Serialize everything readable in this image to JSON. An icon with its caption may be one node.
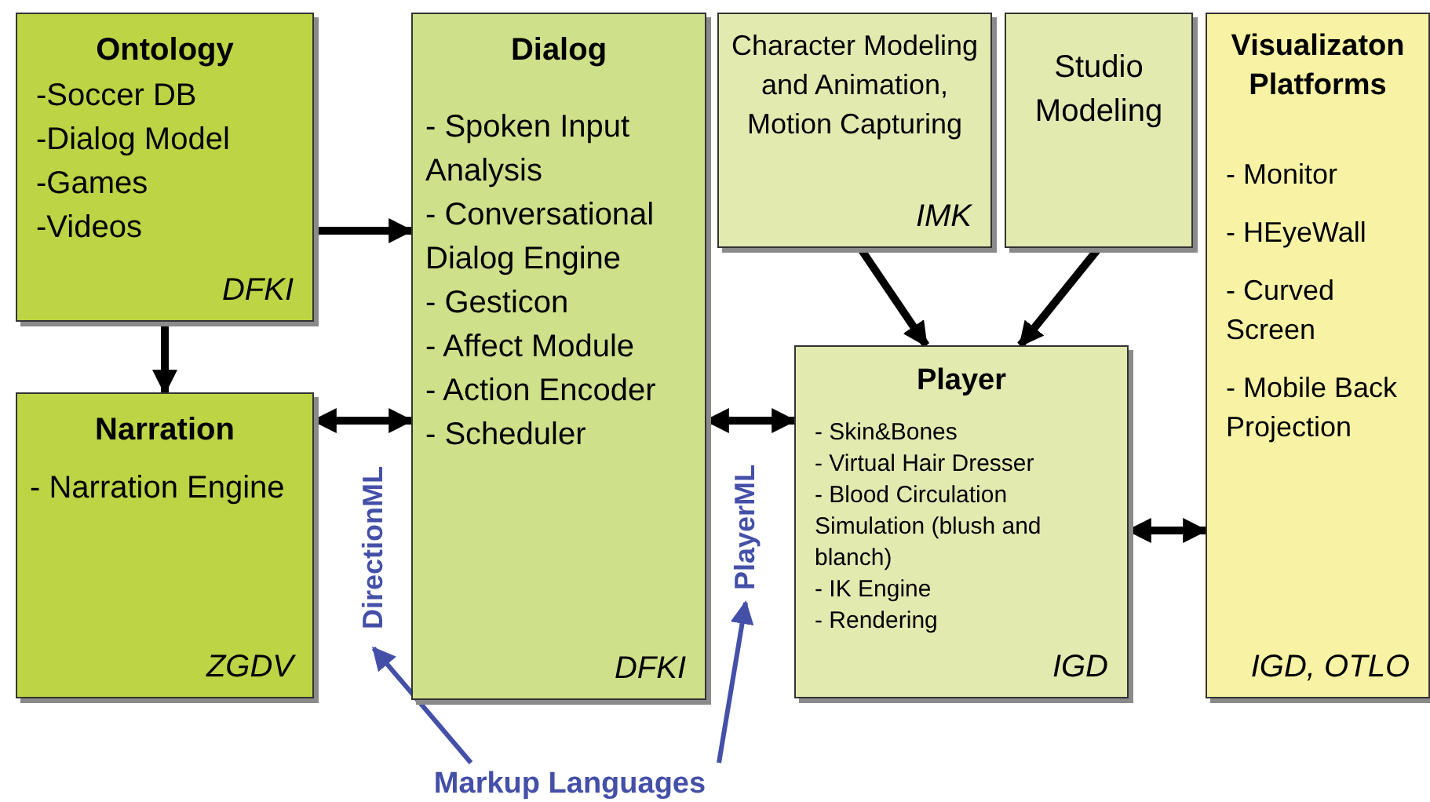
{
  "diagram": {
    "nodes": [
      {
        "text": [
          "Ontology",
          "-Soccer DB",
          "-Dialog Model",
          "-Games",
          "-Videos",
          "DFKI"
        ]
      },
      {
        "text": [
          "Dialog",
          "- Spoken Input Analysis",
          "- Conversational Dialog Engine",
          "- Gesticon",
          "- Affect Module",
          "- Action Encoder",
          "- Scheduler",
          "DFKI"
        ]
      },
      {
        "text": [
          "Character Modeling and Animation, Motion Capturing",
          "IMK"
        ]
      },
      {
        "text": [
          "Studio Modeling"
        ]
      },
      {
        "text": [
          "Visualizaton Platforms",
          "- Monitor",
          "- HEyeWall",
          "- Curved Screen",
          "- Mobile Back Projection",
          "IGD, OTLO"
        ]
      },
      {
        "text": [
          "Narration",
          "- Narration Engine",
          "ZGDV"
        ]
      },
      {
        "text": [
          "Player",
          "- Skin&Bones",
          "- Virtual Hair Dresser",
          "- Blood Circulation Simulation (blush and blanch)",
          "- IK Engine",
          "- Rendering",
          "IGD"
        ]
      },
      {
        "text": [
          "Markup Languages"
        ]
      },
      {
        "text": [
          "DirectionML"
        ]
      },
      {
        "text": [
          "PlayerML"
        ]
      }
    ],
    "edges": [
      {
        "from": 0,
        "to": 1,
        "arrow": "to"
      },
      {
        "from": 0,
        "to": 5,
        "arrow": "to"
      },
      {
        "from": 2,
        "to": 6,
        "arrow": "to"
      },
      {
        "from": 3,
        "to": 6,
        "arrow": "to"
      },
      {
        "from": 5,
        "to": 1,
        "arrow": "both"
      },
      {
        "from": 1,
        "to": 6,
        "arrow": "both"
      },
      {
        "from": 6,
        "to": 4,
        "arrow": "both"
      },
      {
        "from": 7,
        "to": 8,
        "arrow": "to",
        "color": "#4450a8"
      },
      {
        "from": 7,
        "to": 9,
        "arrow": "to",
        "color": "#4450a8"
      }
    ]
  }
}
